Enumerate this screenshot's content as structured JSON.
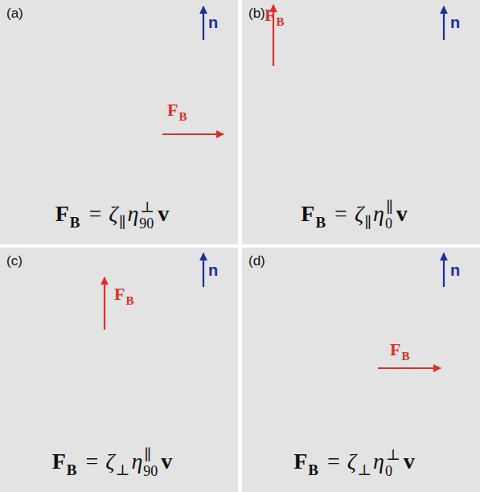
{
  "diagram": {
    "nodes": [
      {
        "text": [
          "(a)",
          "n",
          "F",
          "B",
          "F",
          "B",
          "=",
          "ζ",
          "∥",
          "η",
          "⊥",
          "90",
          "v"
        ]
      },
      {
        "text": [
          "(b)",
          "n",
          "F",
          "B",
          "F",
          "B",
          "=",
          "ζ",
          "∥",
          "η",
          "∥",
          "0",
          "v"
        ]
      },
      {
        "text": [
          "(c)",
          "n",
          "F",
          "B",
          "F",
          "B",
          "=",
          "ζ",
          "⊥",
          "η",
          "∥",
          "90",
          "v"
        ]
      },
      {
        "text": [
          "(d)",
          "n",
          "F",
          "B",
          "F",
          "B",
          "=",
          "ζ",
          "⊥",
          "η",
          "⊥",
          "0",
          "v"
        ]
      }
    ]
  }
}
